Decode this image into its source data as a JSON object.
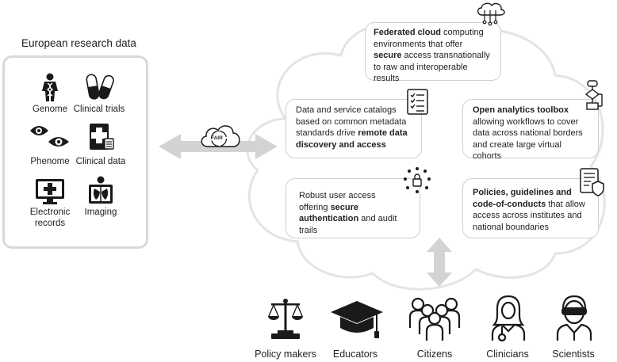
{
  "left_panel": {
    "title": "European research data",
    "items": [
      {
        "label": "Genome",
        "icon": "genome-icon"
      },
      {
        "label": "Clinical trials",
        "icon": "pills-icon"
      },
      {
        "label": "Phenome",
        "icon": "eyes-icon"
      },
      {
        "label": "Clinical data",
        "icon": "clinical-file-icon"
      },
      {
        "label": "Electronic records",
        "icon": "monitor-cross-icon"
      },
      {
        "label": "Imaging",
        "icon": "xray-icon"
      }
    ]
  },
  "fair_cloud": {
    "label": "FAIR"
  },
  "cards": {
    "federated": {
      "b1": "Federated cloud",
      "t1": " computing environments that offer ",
      "b2": "secure",
      "t2": " access transnationally to raw and interoperable results"
    },
    "catalogs": {
      "t1": "Data and service catalogs based on common metadata standards drive ",
      "b1": "remote data discovery and access"
    },
    "analytics": {
      "b1": "Open analytics toolbox",
      "t1": " allowing workflows to cover data across national borders and create large virtual cohorts"
    },
    "access": {
      "t1": "Robust user access offering ",
      "b1": "secure authentication",
      "t2": " and audit trails"
    },
    "policies": {
      "b1": "Policies, guidelines and code-of-conducts",
      "t1": " that allow access across institutes and national boundaries"
    }
  },
  "audiences": [
    {
      "label": "Policy makers",
      "icon": "scales-icon"
    },
    {
      "label": "Educators",
      "icon": "graduation-cap-icon"
    },
    {
      "label": "Citizens",
      "icon": "people-group-icon"
    },
    {
      "label": "Clinicians",
      "icon": "clinician-icon"
    },
    {
      "label": "Scientists",
      "icon": "scientist-icon"
    }
  ],
  "colors": {
    "arrow": "#d3d3d3",
    "cloud_outline": "#e4e4e4",
    "card_border": "#cfcfcf",
    "icon": "#1a1a1a"
  }
}
